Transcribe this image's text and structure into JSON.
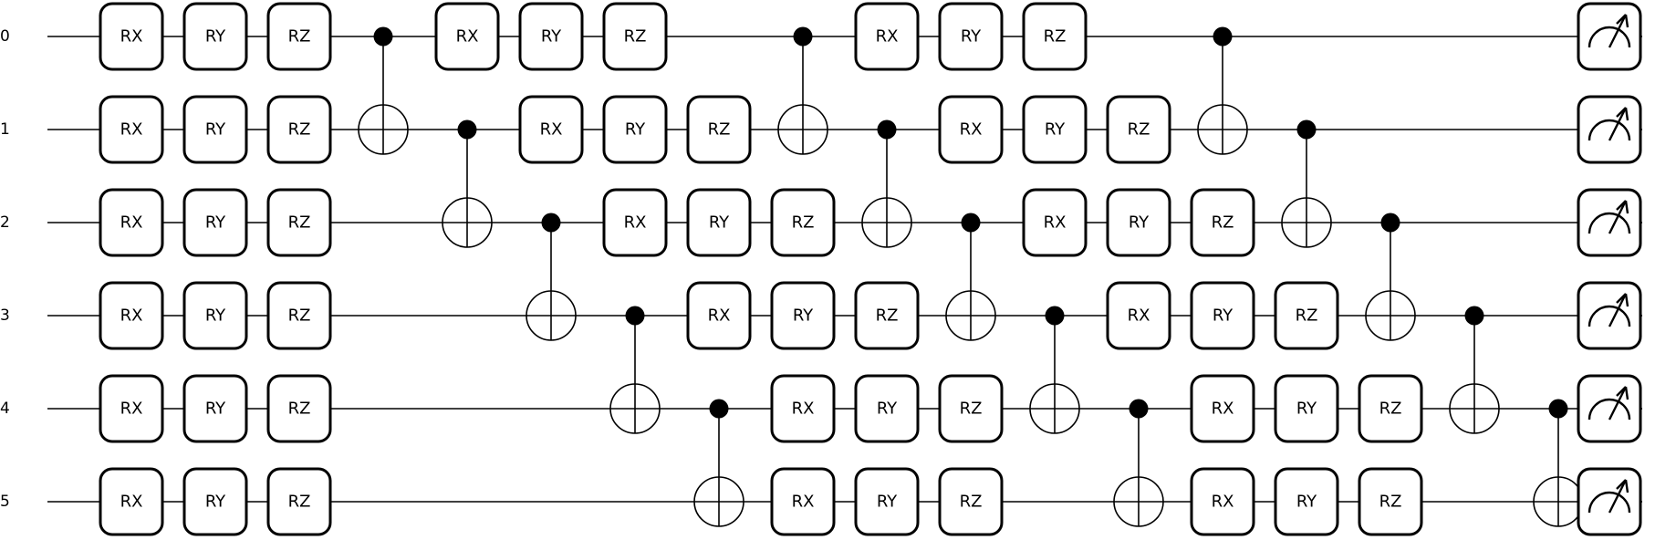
{
  "circuit": {
    "qubits": [
      "0",
      "1",
      "2",
      "3",
      "4",
      "5"
    ],
    "layers": [
      [
        [
          "RX",
          0
        ],
        [
          "RX",
          1
        ],
        [
          "RX",
          2
        ],
        [
          "RX",
          3
        ],
        [
          "RX",
          4
        ],
        [
          "RX",
          5
        ]
      ],
      [
        [
          "RY",
          0
        ],
        [
          "RY",
          1
        ],
        [
          "RY",
          2
        ],
        [
          "RY",
          3
        ],
        [
          "RY",
          4
        ],
        [
          "RY",
          5
        ]
      ],
      [
        [
          "RZ",
          0
        ],
        [
          "RZ",
          1
        ],
        [
          "RZ",
          2
        ],
        [
          "RZ",
          3
        ],
        [
          "RZ",
          4
        ],
        [
          "RZ",
          5
        ]
      ],
      [
        [
          "CNOT",
          0,
          1
        ]
      ],
      [
        [
          "RX",
          0
        ],
        [
          "CNOT",
          1,
          2
        ]
      ],
      [
        [
          "RY",
          0
        ],
        [
          "RX",
          1
        ],
        [
          "CNOT",
          2,
          3
        ]
      ],
      [
        [
          "RZ",
          0
        ],
        [
          "RY",
          1
        ],
        [
          "RX",
          2
        ],
        [
          "CNOT",
          3,
          4
        ]
      ],
      [
        [
          "RZ",
          1
        ],
        [
          "RY",
          2
        ],
        [
          "RX",
          3
        ],
        [
          "CNOT",
          4,
          5
        ]
      ],
      [
        [
          "CNOT",
          0,
          1
        ],
        [
          "RZ",
          2
        ],
        [
          "RY",
          3
        ],
        [
          "RX",
          4
        ],
        [
          "RX",
          5
        ]
      ],
      [
        [
          "RX",
          0
        ],
        [
          "CNOT",
          1,
          2
        ],
        [
          "RZ",
          3
        ],
        [
          "RY",
          4
        ],
        [
          "RY",
          5
        ]
      ],
      [
        [
          "RY",
          0
        ],
        [
          "RX",
          1
        ],
        [
          "CNOT",
          2,
          3
        ],
        [
          "RZ",
          4
        ],
        [
          "RZ",
          5
        ]
      ],
      [
        [
          "RZ",
          0
        ],
        [
          "RY",
          1
        ],
        [
          "RX",
          2
        ],
        [
          "CNOT",
          3,
          4
        ]
      ],
      [
        [
          "RZ",
          1
        ],
        [
          "RY",
          2
        ],
        [
          "RX",
          3
        ],
        [
          "CNOT",
          4,
          5
        ]
      ],
      [
        [
          "CNOT",
          0,
          1
        ],
        [
          "RZ",
          2
        ],
        [
          "RY",
          3
        ],
        [
          "RX",
          4
        ],
        [
          "RX",
          5
        ]
      ],
      [
        [
          "CNOT",
          1,
          2
        ],
        [
          "RZ",
          3
        ],
        [
          "RY",
          4
        ],
        [
          "RY",
          5
        ]
      ],
      [
        [
          "CNOT",
          2,
          3
        ],
        [
          "RZ",
          4
        ],
        [
          "RZ",
          5
        ]
      ],
      [
        [
          "CNOT",
          3,
          4
        ]
      ],
      [
        [
          "CNOT",
          4,
          5
        ]
      ],
      [
        [
          "MEASURE",
          0
        ],
        [
          "MEASURE",
          1
        ],
        [
          "MEASURE",
          2
        ],
        [
          "MEASURE",
          3
        ],
        [
          "MEASURE",
          4
        ],
        [
          "MEASURE",
          5
        ]
      ]
    ]
  }
}
